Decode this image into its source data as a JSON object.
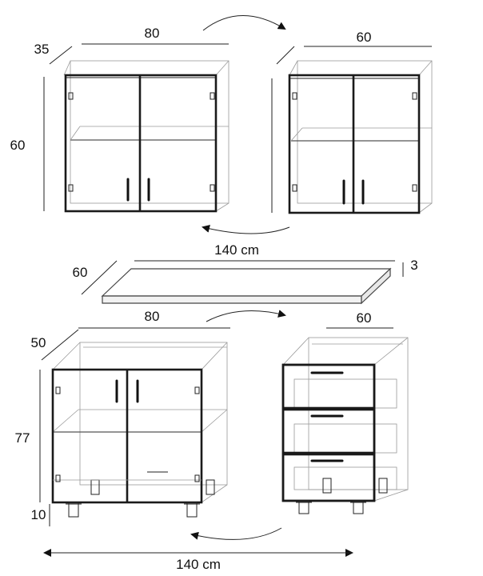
{
  "labels": {
    "upper_depth": "35",
    "upper_left_width": "80",
    "upper_right_width": "60",
    "upper_height": "60",
    "upper_total": "140 cm",
    "top_depth": "60",
    "top_thickness": "3",
    "lower_depth": "50",
    "lower_left_width": "80",
    "lower_right_width": "60",
    "lower_height": "77",
    "plinth_height": "10",
    "lower_total": "140 cm"
  }
}
